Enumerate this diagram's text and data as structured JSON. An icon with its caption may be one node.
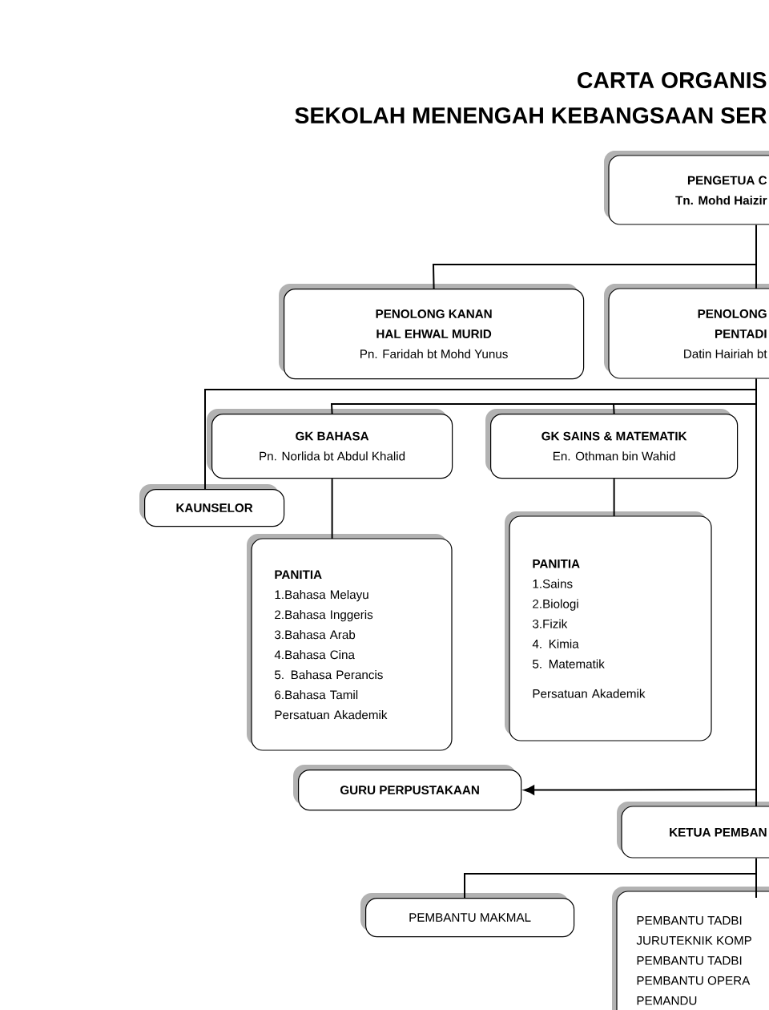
{
  "diagram": {
    "title": "CARTA ORGANIS",
    "nodes": [
      {
        "text": [
          "PENGETUA C",
          "Tn. Mohd Haizir"
        ]
      },
      {
        "text": [
          "PENOLONG KANAN HAL EHWAL MURID",
          "Pn. Faridah bt Mohd Yunus"
        ]
      },
      {
        "text": [
          "PENOLONG PENTADI",
          "Datin Hairiah bt"
        ]
      },
      {
        "text": [
          "GK BAHASA",
          "Pn. Norlida bt Abdul Khalid"
        ]
      },
      {
        "text": [
          "GK SAINS & MATEMATIK",
          "En. Othman bin Wahid"
        ]
      },
      {
        "text": [
          "KAUNSELOR"
        ]
      },
      {
        "text": [
          "PANITIA",
          "1.Bahasa Melayu",
          "2.Bahasa Inggeris",
          "3.Bahasa Arab",
          "4.Bahasa Cina",
          "5. Bahasa Perancis",
          "6.Bahasa Tamil",
          "Persatuan Akademik"
        ]
      },
      {
        "text": [
          "PANITIA",
          "1.Sains",
          "2.Biologi",
          "3.Fizik",
          "4. Kimia",
          "5. Matematik",
          "Persatuan Akademik"
        ]
      },
      {
        "text": [
          "GURU PERPUSTAKAAN"
        ]
      },
      {
        "text": [
          "KETUA PEMBAN"
        ]
      },
      {
        "text": [
          "PEMBANTU MAKMAL"
        ]
      },
      {
        "text": [
          "PEMBANTU TADBI",
          "JURUTEKNIK KOMP",
          "PEMBANTU TADBI",
          "PEMBANTU OPERA",
          "PEMANDU"
        ]
      }
    ],
    "edges": [
      {
        "from": 0,
        "to": 1,
        "arrow": "none"
      },
      {
        "from": 0,
        "to": 2,
        "arrow": "none"
      },
      {
        "from": 2,
        "to": 5,
        "arrow": "none"
      },
      {
        "from": 2,
        "to": 3,
        "arrow": "none"
      },
      {
        "from": 2,
        "to": 4,
        "arrow": "none"
      },
      {
        "from": 3,
        "to": 6,
        "arrow": "none"
      },
      {
        "from": 4,
        "to": 7,
        "arrow": "none"
      },
      {
        "from": 2,
        "to": 8,
        "arrow": "to"
      },
      {
        "from": 2,
        "to": 9,
        "arrow": "none"
      },
      {
        "from": 9,
        "to": 10,
        "arrow": "none"
      },
      {
        "from": 9,
        "to": 11,
        "arrow": "none"
      }
    ],
    "labels": [
      "SEKOLAH MENENGAH KEBANGSAAN SER"
    ]
  }
}
